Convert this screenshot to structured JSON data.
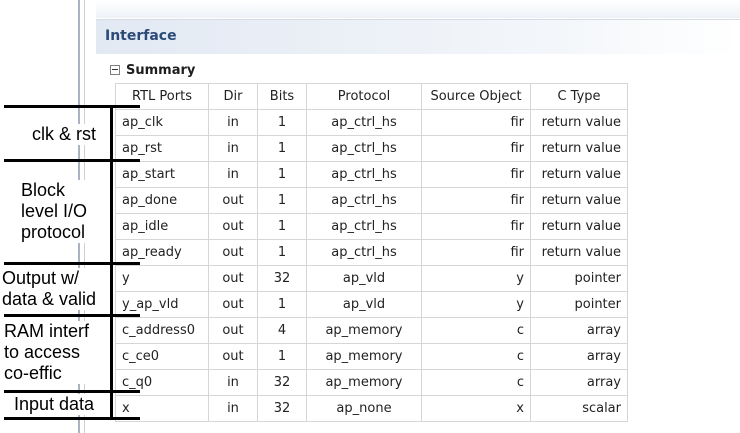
{
  "panel": {
    "title": "Interface",
    "section": "Summary"
  },
  "table": {
    "headers": [
      "RTL Ports",
      "Dir",
      "Bits",
      "Protocol",
      "Source Object",
      "C Type"
    ],
    "rows": [
      [
        "ap_clk",
        "in",
        "1",
        "ap_ctrl_hs",
        "fir",
        "return value"
      ],
      [
        "ap_rst",
        "in",
        "1",
        "ap_ctrl_hs",
        "fir",
        "return value"
      ],
      [
        "ap_start",
        "in",
        "1",
        "ap_ctrl_hs",
        "fir",
        "return value"
      ],
      [
        "ap_done",
        "out",
        "1",
        "ap_ctrl_hs",
        "fir",
        "return value"
      ],
      [
        "ap_idle",
        "out",
        "1",
        "ap_ctrl_hs",
        "fir",
        "return value"
      ],
      [
        "ap_ready",
        "out",
        "1",
        "ap_ctrl_hs",
        "fir",
        "return value"
      ],
      [
        "y",
        "out",
        "32",
        "ap_vld",
        "y",
        "pointer"
      ],
      [
        "y_ap_vld",
        "out",
        "1",
        "ap_vld",
        "y",
        "pointer"
      ],
      [
        "c_address0",
        "out",
        "4",
        "ap_memory",
        "c",
        "array"
      ],
      [
        "c_ce0",
        "out",
        "1",
        "ap_memory",
        "c",
        "array"
      ],
      [
        "c_q0",
        "in",
        "32",
        "ap_memory",
        "c",
        "array"
      ],
      [
        "x",
        "in",
        "32",
        "ap_none",
        "x",
        "scalar"
      ]
    ]
  },
  "annotations": {
    "clk_rst": "clk & rst",
    "block_io": "Block\nlevel I/O\nprotocol",
    "output": "Output w/\ndata & valid",
    "ram": "RAM interf\nto access\nco-effic",
    "input": "Input data"
  },
  "colors": {
    "header_text": "#2a4a78",
    "grid": "#d6d6d6",
    "annotation": "#000000"
  }
}
